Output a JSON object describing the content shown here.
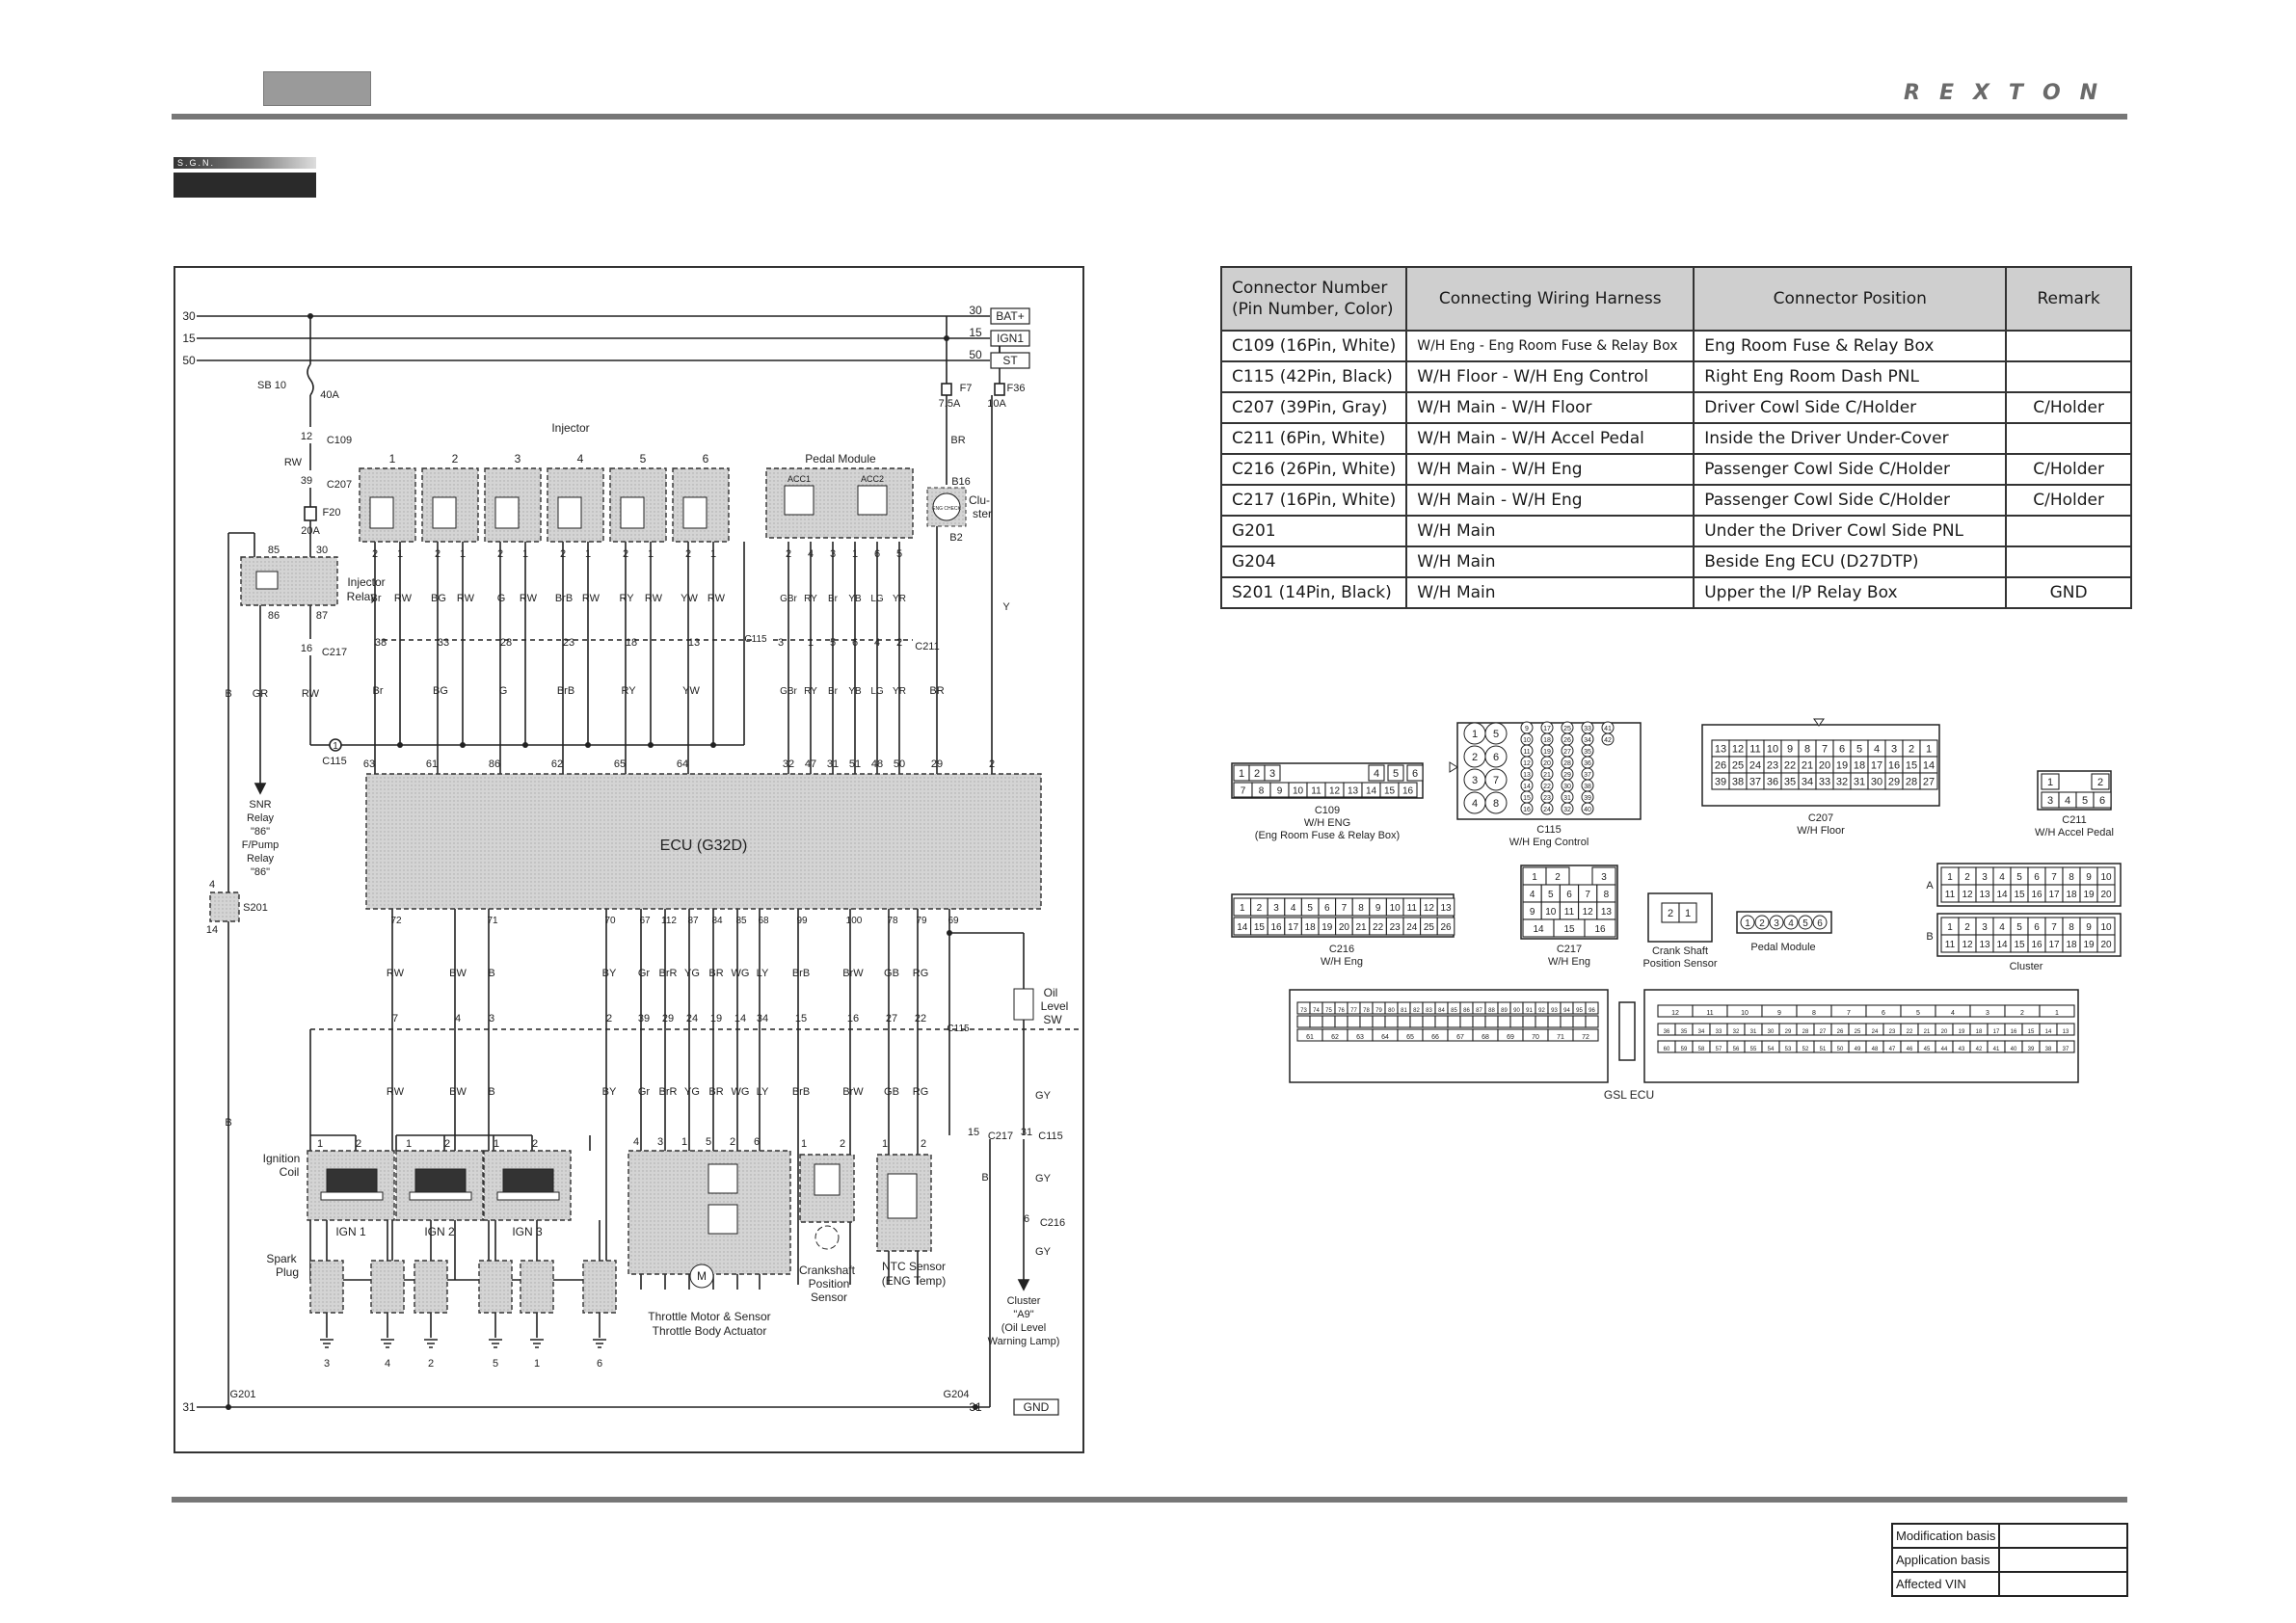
{
  "header": {
    "brand": "REXTON",
    "section_label": "S.G.N."
  },
  "wiring": {
    "power_rails": [
      {
        "left": "30",
        "right": "30",
        "tag": "BAT+"
      },
      {
        "left": "15",
        "right": "15",
        "tag": "IGN1"
      },
      {
        "left": "50",
        "right": "50",
        "tag": "ST"
      }
    ],
    "ground": {
      "left": "31",
      "right": "31",
      "tag": "GND",
      "g201": "G201",
      "g204": "G204"
    },
    "labels": {
      "sb10": "SB 10",
      "sb10_amp": "40A",
      "c109_pin": "12",
      "c109": "C109",
      "rw1": "RW",
      "c207_pin": "39",
      "c207": "C207",
      "f20": "F20",
      "f20_amp": "20A",
      "relay_85": "85",
      "relay_30": "30",
      "relay_86": "86",
      "relay_87": "87",
      "injector_relay_1": "Injector",
      "injector_relay_2": "Relay",
      "c217_pin": "16",
      "c217": "C217",
      "b_left": "B",
      "gr_left": "GR",
      "rw_left": "RW",
      "c115_pin": "1",
      "c115": "C115",
      "snr": [
        "SNR",
        "Relay",
        "\"86\"",
        "F/Pump",
        "Relay",
        "\"86\""
      ],
      "s201_top": "4",
      "s201": "S201",
      "s201_bot": "14",
      "injector_title": "Injector",
      "pedal_title": "Pedal Module",
      "acc1": "ACC1",
      "acc2": "ACC2",
      "f7": "F7",
      "f7_amp": "7.5A",
      "f36": "F36",
      "f36_amp": "10A",
      "br": "BR",
      "b16": "B16",
      "b2": "B2",
      "clu1": "Clu-",
      "clu2": "ster",
      "eng_check": "ENG CHECK",
      "y": "Y",
      "c211": "C211",
      "ecu": "ECU (G32D)",
      "oil1": "Oil",
      "oil2": "Level",
      "oil3": "SW",
      "gy": "GY",
      "c217b_pin": "15",
      "c217b": "C217",
      "c115b_pin": "31",
      "c115b": "C115",
      "b_mid": "B",
      "gy2": "GY",
      "c216_pin": "6",
      "c216": "C216",
      "gy3": "GY",
      "cluster": [
        "Cluster",
        "\"A9\"",
        "(Oil Level",
        "Warning Lamp)"
      ],
      "c115_bottom": "C115",
      "c115_mid": "C115",
      "ignition1": "Ignition",
      "ignition2": "Coil",
      "spark1": "Spark",
      "spark2": "Plug",
      "ign1": "IGN 1",
      "ign2": "IGN 2",
      "ign3": "IGN 3",
      "throttle1": "Throttle Motor & Sensor",
      "throttle2": "Throttle Body Actuator",
      "motor": "M",
      "crank1": "Crankshaft",
      "crank2": "Position",
      "crank3": "Sensor",
      "ntc1": "NTC Sensor",
      "ntc2": "(ENG Temp)",
      "b_ground": "B"
    },
    "injectors": [
      {
        "num": "1",
        "pins": [
          "2",
          "1"
        ],
        "wires": [
          "Br",
          "RW"
        ],
        "c115": "38",
        "wire2": "Br",
        "ecu": "63"
      },
      {
        "num": "2",
        "pins": [
          "2",
          "1"
        ],
        "wires": [
          "BG",
          "RW"
        ],
        "c115": "33",
        "wire2": "BG",
        "ecu": "61"
      },
      {
        "num": "3",
        "pins": [
          "2",
          "1"
        ],
        "wires": [
          "G",
          "RW"
        ],
        "c115": "28",
        "wire2": "G",
        "ecu": "86"
      },
      {
        "num": "4",
        "pins": [
          "2",
          "1"
        ],
        "wires": [
          "BrB",
          "RW"
        ],
        "c115": "23",
        "wire2": "BrB",
        "ecu": "62"
      },
      {
        "num": "5",
        "pins": [
          "2",
          "1"
        ],
        "wires": [
          "RY",
          "RW"
        ],
        "c115": "18",
        "wire2": "RY",
        "ecu": "65"
      },
      {
        "num": "6",
        "pins": [
          "2",
          "1"
        ],
        "wires": [
          "YW",
          "RW"
        ],
        "c115": "13",
        "wire2": "YW",
        "ecu": "64"
      }
    ],
    "pedal_pins": [
      {
        "pin": "2",
        "wire": "GBr",
        "c211": "3",
        "ecu": "32"
      },
      {
        "pin": "4",
        "wire": "RY",
        "c211": "1",
        "ecu": "47"
      },
      {
        "pin": "3",
        "wire": "Br",
        "c211": "5",
        "ecu": "31"
      },
      {
        "pin": "1",
        "wire": "YB",
        "c211": "6",
        "ecu": "51"
      },
      {
        "pin": "6",
        "wire": "LG",
        "c211": "4",
        "ecu": "48"
      },
      {
        "pin": "5",
        "wire": "YR",
        "c211": "2",
        "ecu": "50"
      }
    ],
    "ecu_top_extra": [
      {
        "ecu": "29",
        "wire": "Br"
      },
      {
        "ecu": "2",
        "wire": ""
      }
    ],
    "ecu_bottom": [
      {
        "ecu": "72",
        "wire": "RW",
        "c115": "7",
        "wire2": "RW"
      },
      {
        "ecu": "",
        "wire": "BW",
        "c115": "4",
        "wire2": "BW"
      },
      {
        "ecu": "71",
        "wire": "B",
        "c115": "3",
        "wire2": "B"
      },
      {
        "ecu": "70",
        "wire": "BY",
        "c115": "2",
        "wire2": "BY"
      },
      {
        "ecu": "67",
        "wire": "Gr",
        "c115": "39",
        "wire2": "Gr"
      },
      {
        "ecu": "112",
        "wire": "BrR",
        "c115": "29",
        "wire2": "BrR"
      },
      {
        "ecu": "87",
        "wire": "YG",
        "c115": "24",
        "wire2": "YG"
      },
      {
        "ecu": "84",
        "wire": "BR",
        "c115": "19",
        "wire2": "BR"
      },
      {
        "ecu": "85",
        "wire": "WG",
        "c115": "14",
        "wire2": "WG"
      },
      {
        "ecu": "68",
        "wire": "LY",
        "c115": "34",
        "wire2": "LY"
      },
      {
        "ecu": "99",
        "wire": "BrB",
        "c115": "15",
        "wire2": "BrB"
      },
      {
        "ecu": "100",
        "wire": "BrW",
        "c115": "16",
        "wire2": "BrW"
      },
      {
        "ecu": "78",
        "wire": "GB",
        "c115": "27",
        "wire2": "GB"
      },
      {
        "ecu": "79",
        "wire": "RG",
        "c115": "22",
        "wire2": "RG"
      },
      {
        "ecu": "69",
        "wire": "",
        "c115": "",
        "wire2": ""
      }
    ],
    "coil_pins": [
      "1",
      "2",
      "1",
      "2",
      "1",
      "2"
    ],
    "throttle_pins": [
      "4",
      "3",
      "1",
      "5",
      "2",
      "6"
    ],
    "crank_pins": [
      "1",
      "2"
    ],
    "ntc_pins": [
      "1",
      "2"
    ],
    "spark_nums": [
      "3",
      "4",
      "2",
      "5",
      "1",
      "6"
    ]
  },
  "table": {
    "headers": [
      "Connector Number (Pin Number, Color)",
      "Connecting Wiring Harness",
      "Connector Position",
      "Remark"
    ],
    "rows": [
      [
        "C109 (16Pin, White)",
        "W/H Eng - Eng Room Fuse & Relay Box",
        "Eng Room Fuse & Relay Box",
        ""
      ],
      [
        "C115 (42Pin, Black)",
        "W/H Floor - W/H Eng Control",
        "Right Eng Room Dash PNL",
        ""
      ],
      [
        "C207 (39Pin, Gray)",
        "W/H Main - W/H Floor",
        "Driver Cowl Side C/Holder",
        "C/Holder"
      ],
      [
        "C211 (6Pin, White)",
        "W/H Main - W/H Accel Pedal",
        "Inside the Driver Under-Cover",
        ""
      ],
      [
        "C216 (26Pin, White)",
        "W/H Main - W/H Eng",
        "Passenger Cowl Side C/Holder",
        "C/Holder"
      ],
      [
        "C217 (16Pin, White)",
        "W/H Main - W/H Eng",
        "Passenger Cowl Side C/Holder",
        "C/Holder"
      ],
      [
        "G201",
        "W/H Main",
        "Under the Driver Cowl Side PNL",
        ""
      ],
      [
        "G204",
        "W/H Main",
        "Beside Eng ECU (D27DTP)",
        ""
      ],
      [
        "S201 (14Pin, Black)",
        "W/H Main",
        "Upper the I/P Relay Box",
        "GND"
      ]
    ]
  },
  "connectors": {
    "c109": {
      "name": "C109",
      "l1": "W/H ENG",
      "l2": "(Eng Room Fuse & Relay Box)",
      "row1": [
        "1",
        "2",
        "3",
        "",
        "",
        "4",
        "5",
        "6"
      ],
      "row2": [
        "7",
        "8",
        "9",
        "10",
        "11",
        "12",
        "13",
        "14",
        "15",
        "16"
      ]
    },
    "c115": {
      "name": "C115",
      "l1": "W/H Eng Control",
      "cols_big": [
        "1",
        "2",
        "3",
        "4",
        "5",
        "6",
        "7",
        "8"
      ],
      "cols_small": [
        "9",
        "10",
        "11",
        "12",
        "13",
        "14",
        "15",
        "16",
        "17",
        "18",
        "19",
        "20",
        "21",
        "22",
        "23",
        "24",
        "25",
        "26",
        "27",
        "28",
        "29",
        "30",
        "31",
        "32",
        "33",
        "34",
        "35",
        "36",
        "37",
        "38",
        "39",
        "40",
        "41",
        "42"
      ]
    },
    "c207": {
      "name": "C207",
      "l1": "W/H Floor",
      "row1": [
        "13",
        "12",
        "11",
        "10",
        "9",
        "8",
        "7",
        "6",
        "5",
        "4",
        "3",
        "2",
        "1"
      ],
      "row2": [
        "26",
        "25",
        "24",
        "23",
        "22",
        "21",
        "20",
        "19",
        "18",
        "17",
        "16",
        "15",
        "14"
      ],
      "row3": [
        "39",
        "38",
        "37",
        "36",
        "35",
        "34",
        "33",
        "32",
        "31",
        "30",
        "29",
        "28",
        "27"
      ]
    },
    "c211": {
      "name": "C211",
      "l1": "W/H Accel Pedal",
      "row1": [
        "1",
        "2"
      ],
      "row2": [
        "3",
        "4",
        "5",
        "6"
      ]
    },
    "c216": {
      "name": "C216",
      "l1": "W/H Eng",
      "row1": [
        "1",
        "2",
        "3",
        "4",
        "5",
        "6",
        "7",
        "8",
        "9",
        "10",
        "11",
        "12",
        "13"
      ],
      "row2": [
        "14",
        "15",
        "16",
        "17",
        "18",
        "19",
        "20",
        "21",
        "22",
        "23",
        "24",
        "25",
        "26"
      ]
    },
    "c217": {
      "name": "C217",
      "l1": "W/H Eng",
      "row1": [
        "1",
        "2",
        "",
        "3"
      ],
      "row2": [
        "4",
        "5",
        "6",
        "7",
        "8"
      ],
      "row3": [
        "9",
        "10",
        "11",
        "12",
        "13"
      ],
      "row4": [
        "14",
        "15",
        "16"
      ]
    },
    "crank": {
      "l1": "Crank Shaft",
      "l2": "Position Sensor",
      "pins": [
        "2",
        "1"
      ]
    },
    "pedal": {
      "l1": "Pedal Module",
      "pins": [
        "1",
        "2",
        "3",
        "4",
        "5",
        "6"
      ]
    },
    "cluster": {
      "l1": "Cluster",
      "a": "A",
      "b": "B",
      "rowA1": [
        "1",
        "2",
        "3",
        "4",
        "5",
        "6",
        "7",
        "8",
        "9",
        "10"
      ],
      "rowA2": [
        "11",
        "12",
        "13",
        "14",
        "15",
        "16",
        "17",
        "18",
        "19",
        "20"
      ],
      "rowB1": [
        "1",
        "2",
        "3",
        "4",
        "5",
        "6",
        "7",
        "8",
        "9",
        "10"
      ],
      "rowB2": [
        "11",
        "12",
        "13",
        "14",
        "15",
        "16",
        "17",
        "18",
        "19",
        "20"
      ]
    },
    "gsl": {
      "l1": "GSL ECU",
      "leftA": [
        "73",
        "74",
        "75",
        "76",
        "77",
        "78",
        "79",
        "80",
        "81",
        "82",
        "83",
        "84",
        "85",
        "86",
        "87",
        "88",
        "89",
        "90",
        "91",
        "92",
        "93",
        "94",
        "95",
        "96"
      ],
      "leftB": [
        "",
        "",
        "",
        "",
        "",
        "",
        "",
        "",
        "",
        "",
        "",
        "",
        "",
        "",
        "",
        "",
        "",
        "",
        "",
        "",
        "",
        "",
        "",
        ""
      ],
      "leftC": [
        "61",
        "62",
        "63",
        "64",
        "65",
        "66",
        "67",
        "68",
        "69",
        "70",
        "71",
        "72"
      ],
      "rightA": [
        "12",
        "11",
        "10",
        "9",
        "8",
        "7",
        "6",
        "5",
        "4",
        "3",
        "2",
        "1"
      ],
      "rightB": [
        "36",
        "35",
        "34",
        "33",
        "32",
        "31",
        "30",
        "29",
        "28",
        "27",
        "26",
        "25",
        "24",
        "23",
        "22",
        "21",
        "20",
        "19",
        "18",
        "17",
        "16",
        "15",
        "14",
        "13"
      ],
      "rightC": [
        "60",
        "59",
        "58",
        "57",
        "56",
        "55",
        "54",
        "53",
        "52",
        "51",
        "50",
        "49",
        "48",
        "47",
        "46",
        "45",
        "44",
        "43",
        "42",
        "41",
        "40",
        "39",
        "38",
        "37"
      ]
    }
  },
  "footer": {
    "rows": [
      {
        "key": "Modification basis",
        "val": ""
      },
      {
        "key": "Application basis",
        "val": ""
      },
      {
        "key": "Affected VIN",
        "val": ""
      }
    ]
  }
}
